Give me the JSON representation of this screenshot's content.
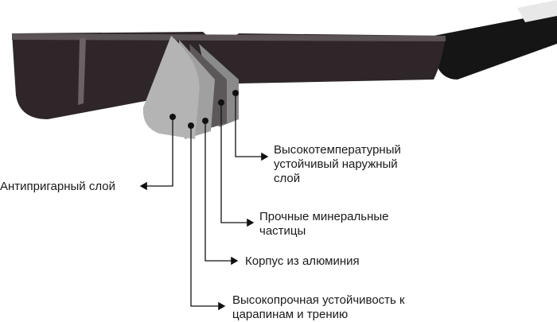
{
  "labels": {
    "outer_layer": [
      "Высокотемпературный",
      "устойчивый наружный",
      "слой"
    ],
    "nonstick": "Антипригарный слой",
    "minerals": [
      "Прочные минеральные",
      "частицы"
    ],
    "aluminum": "Корпус из алюминия",
    "scratch": [
      "Высокопрочная устойчивость к",
      "царапинам и трению"
    ]
  },
  "colors": {
    "pan": "#2e2628",
    "handle": "#151515",
    "layer": "#9a9a9a",
    "line": "#111111"
  }
}
